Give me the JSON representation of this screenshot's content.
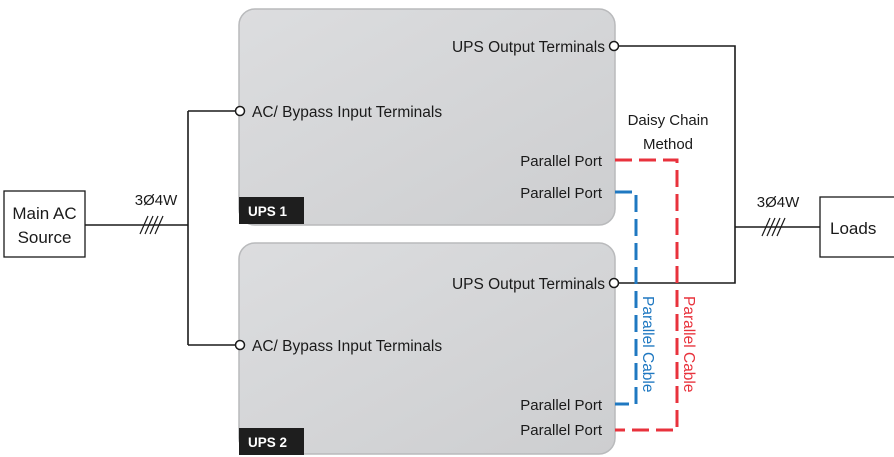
{
  "source": {
    "line1": "Main AC",
    "line2": "Source"
  },
  "loads": {
    "label": "Loads"
  },
  "wire_spec_left": "3Ø4W",
  "wire_spec_right": "3Ø4W",
  "daisy_chain": {
    "line1": "Daisy Chain",
    "line2": "Method"
  },
  "ups1": {
    "tag": "UPS 1",
    "output_terminals": "UPS Output Terminals",
    "input_terminals": "AC/ Bypass Input Terminals",
    "port_a": "Parallel Port",
    "port_b": "Parallel Port"
  },
  "ups2": {
    "tag": "UPS 2",
    "output_terminals": "UPS Output Terminals",
    "input_terminals": "AC/ Bypass Input Terminals",
    "port_a": "Parallel Port",
    "port_b": "Parallel Port"
  },
  "cables": {
    "blue_label": "Parallel Cable",
    "red_label": "Parallel Cable",
    "blue_color": "#1f78c1",
    "red_color": "#e8323c"
  },
  "colors": {
    "ups_fill": "#d4d5d7",
    "ups_stroke": "#b9babc",
    "tag_fill": "#1e1e1e",
    "wire": "#1a1a1a"
  }
}
